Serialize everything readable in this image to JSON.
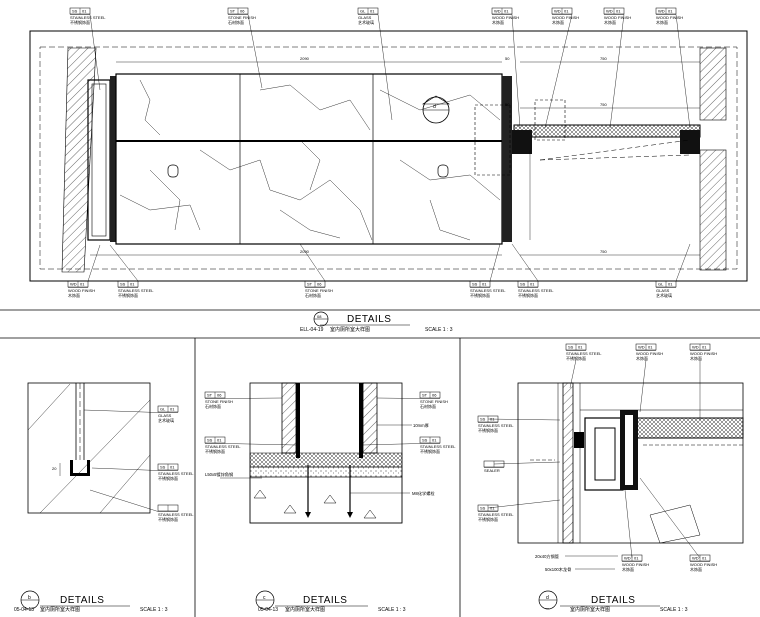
{
  "top_tags": [
    {
      "code": "SS",
      "num": "01",
      "name": "STAINLESS STEEL",
      "cn": "不锈钢饰面"
    },
    {
      "code": "ST",
      "num": "06",
      "name": "STONE FINISH",
      "cn": "石材饰面"
    },
    {
      "code": "GL",
      "num": "01",
      "name": "GLASS",
      "cn": "艺术玻璃"
    },
    {
      "code": "WD",
      "num": "01",
      "name": "WOOD FINISH",
      "cn": "木饰面"
    },
    {
      "code": "WD",
      "num": "01",
      "name": "WOOD FINISH",
      "cn": "木饰面"
    },
    {
      "code": "WD",
      "num": "01",
      "name": "WOOD FINISH",
      "cn": "木饰面"
    },
    {
      "code": "WD",
      "num": "01",
      "name": "WOOD FINISH",
      "cn": "木饰面"
    }
  ],
  "bottom_tags": [
    {
      "code": "WD",
      "num": "01",
      "name": "WOOD FINISH",
      "cn": "木饰面"
    },
    {
      "code": "SS",
      "num": "01",
      "name": "STAINLESS STEEL",
      "cn": "不锈钢饰面"
    },
    {
      "code": "ST",
      "num": "06",
      "name": "STONE FINISH",
      "cn": "石材饰面"
    },
    {
      "code": "SS",
      "num": "01",
      "name": "STAINLESS STEEL",
      "cn": "不锈钢饰面"
    },
    {
      "code": "SS",
      "num": "01",
      "name": "STAINLESS STEEL",
      "cn": "不锈钢饰面"
    },
    {
      "code": "GL",
      "num": "01",
      "name": "GLASS",
      "cn": "艺术玻璃"
    }
  ],
  "dims_top": [
    "2090",
    "50",
    "750"
  ],
  "dims_side": [
    "50",
    "750"
  ],
  "detail_marker_d": "d",
  "details_main": {
    "title": "DETAILS",
    "num": "08",
    "ref": "ELL-04-19",
    "cn": "室内厕所室大样图",
    "scale": "SCALE 1 : 3"
  },
  "details_b": {
    "title": "DETAILS",
    "letter": "b",
    "ref": "05-04-13",
    "cn": "室内厕所室大样图",
    "scale": "SCALE 1 : 3"
  },
  "details_c": {
    "title": "DETAILS",
    "letter": "c",
    "ref": "05-04-13",
    "cn": "室内厕所室大样图",
    "scale": "SCALE 1 : 3"
  },
  "details_d": {
    "title": "DETAILS",
    "letter": "d",
    "ref": "—",
    "cn": "室内厕所室大样图",
    "scale": "SCALE 1 : 3"
  },
  "panel_b_tags": [
    {
      "code": "GL",
      "num": "01",
      "name": "GLASS",
      "cn": "艺术玻璃"
    },
    {
      "code": "SS",
      "num": "01",
      "name": "STAINLESS STEEL",
      "cn": "不锈钢饰面"
    },
    {
      "code": "",
      "num": "",
      "name": "STAINLESS STEEL",
      "cn": "不锈钢饰面"
    }
  ],
  "panel_c_tags": [
    {
      "code": "ST",
      "num": "06",
      "name": "STONE FINISH",
      "cn": "石材饰面"
    },
    {
      "code": "SS",
      "num": "01",
      "name": "STAINLESS STEEL",
      "cn": "不锈钢饰面"
    },
    {
      "code": "ST",
      "num": "06",
      "name": "STONE FINISH",
      "cn": "石材饰面"
    },
    {
      "code": "SS",
      "num": "01",
      "name": "STAINLESS STEEL",
      "cn": "不锈钢饰面"
    }
  ],
  "panel_c_notes": [
    "10mm厚",
    "L50x5镀锌角钢",
    "M8化学螺栓"
  ],
  "panel_d_tags": [
    {
      "code": "SS",
      "num": "01",
      "name": "STAINLESS STEEL",
      "cn": "不锈钢饰面"
    },
    {
      "code": "WD",
      "num": "01",
      "name": "WOOD FINISH",
      "cn": "木饰面"
    },
    {
      "code": "WD",
      "num": "01",
      "name": "WOOD FINISH",
      "cn": "木饰面"
    },
    {
      "code": "SS",
      "num": "01",
      "name": "STAINLESS STEEL",
      "cn": "不锈钢饰面"
    },
    {
      "code": "",
      "num": "",
      "name": "SEALER",
      "cn": ""
    },
    {
      "code": "SS",
      "num": "01",
      "name": "STAINLESS STEEL",
      "cn": "不锈钢饰面"
    },
    {
      "code": "WD",
      "num": "01",
      "name": "WOOD FINISH",
      "cn": "木饰面"
    },
    {
      "code": "WD",
      "num": "01",
      "name": "WOOD FINISH",
      "cn": "木饰面"
    }
  ],
  "panel_d_notes": [
    "20x40方钢管",
    "50x100木龙骨"
  ]
}
